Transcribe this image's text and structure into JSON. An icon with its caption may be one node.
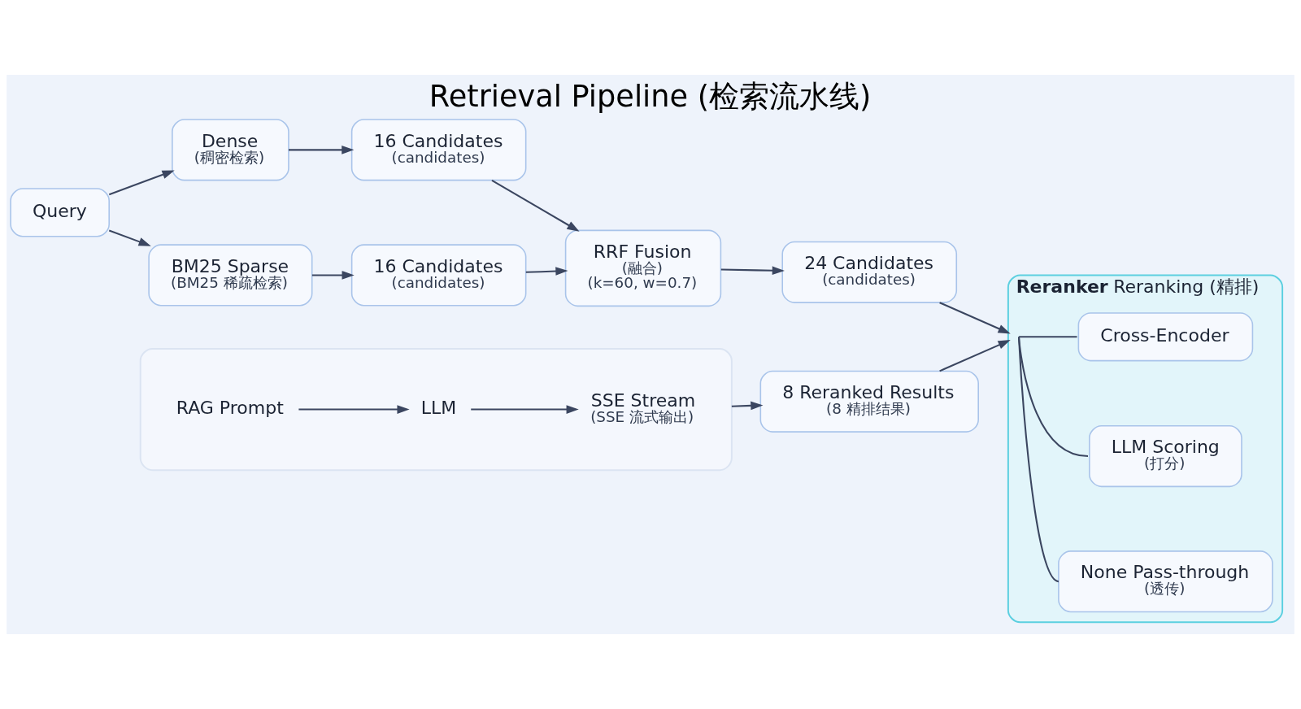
{
  "diagram": {
    "title": "Retrieval Pipeline (检索流水线)",
    "nodes": [
      {
        "text": [
          "Query"
        ]
      },
      {
        "text": [
          "Dense",
          "(稠密检索)"
        ]
      },
      {
        "text": [
          "BM25 Sparse",
          "(BM25 稀疏检索)"
        ]
      },
      {
        "text": [
          "16 Candidates",
          "(candidates)"
        ]
      },
      {
        "text": [
          "16 Candidates",
          "(candidates)"
        ]
      },
      {
        "text": [
          "RRF Fusion",
          "(融合)",
          "(k=60, w=0.7)"
        ]
      },
      {
        "text": [
          "24 Candidates",
          "(candidates)"
        ]
      },
      {
        "text": [
          "**Reranker** Reranking (精排)"
        ]
      },
      {
        "text": [
          "Cross-Encoder"
        ],
        "in": 7
      },
      {
        "text": [
          "LLM Scoring",
          "(打分)"
        ],
        "in": 7
      },
      {
        "text": [
          "None Pass-through",
          "(透传)"
        ],
        "in": 7
      },
      {
        "text": [
          "8 Reranked Results",
          "(8 精排结果)"
        ]
      },
      {
        "text": [],
        "shape": "box"
      },
      {
        "text": [
          "RAG Prompt"
        ],
        "in": 12
      },
      {
        "text": [
          "LLM"
        ],
        "in": 12
      },
      {
        "text": [
          "SSE Stream",
          "(SSE 流式输出)"
        ],
        "in": 12
      }
    ],
    "edges": [
      {
        "from": 0,
        "to": 1,
        "arrow": "to"
      },
      {
        "from": 0,
        "to": 2,
        "arrow": "to"
      },
      {
        "from": 1,
        "to": 3,
        "arrow": "to"
      },
      {
        "from": 2,
        "to": 4,
        "arrow": "to"
      },
      {
        "from": 3,
        "to": 5,
        "arrow": "to"
      },
      {
        "from": 4,
        "to": 5,
        "arrow": "to"
      },
      {
        "from": 5,
        "to": 6,
        "arrow": "to"
      },
      {
        "from": 6,
        "to": 7,
        "arrow": "to"
      },
      {
        "from": 7,
        "to": 8,
        "arrow": "none"
      },
      {
        "from": 7,
        "to": 9,
        "arrow": "none"
      },
      {
        "from": 7,
        "to": 10,
        "arrow": "none"
      },
      {
        "from": 13,
        "to": 14,
        "arrow": "to"
      },
      {
        "from": 14,
        "to": 15,
        "arrow": "to"
      },
      {
        "from": 12,
        "to": 11,
        "arrow": "to"
      },
      {
        "from": 11,
        "to": 7,
        "arrow": "to"
      }
    ]
  }
}
